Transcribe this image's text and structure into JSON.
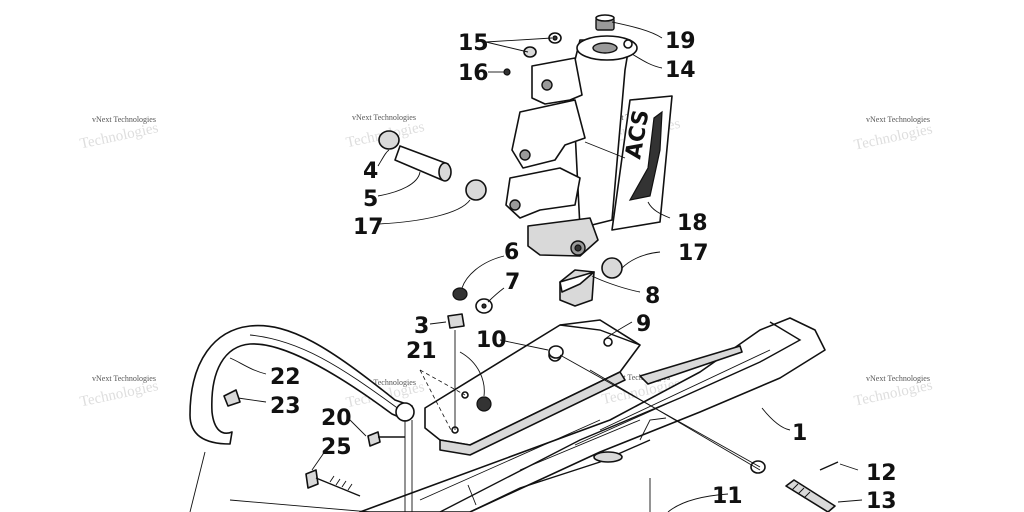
{
  "diagram": {
    "callouts": [
      "1",
      "3",
      "4",
      "5",
      "6",
      "7",
      "8",
      "9",
      "10",
      "11",
      "12",
      "13",
      "14",
      "15",
      "16",
      "17",
      "17",
      "18",
      "19",
      "20",
      "21",
      "22",
      "23",
      "25"
    ],
    "watermark_text": "vNext Technologies",
    "decal_text": "ACS"
  }
}
